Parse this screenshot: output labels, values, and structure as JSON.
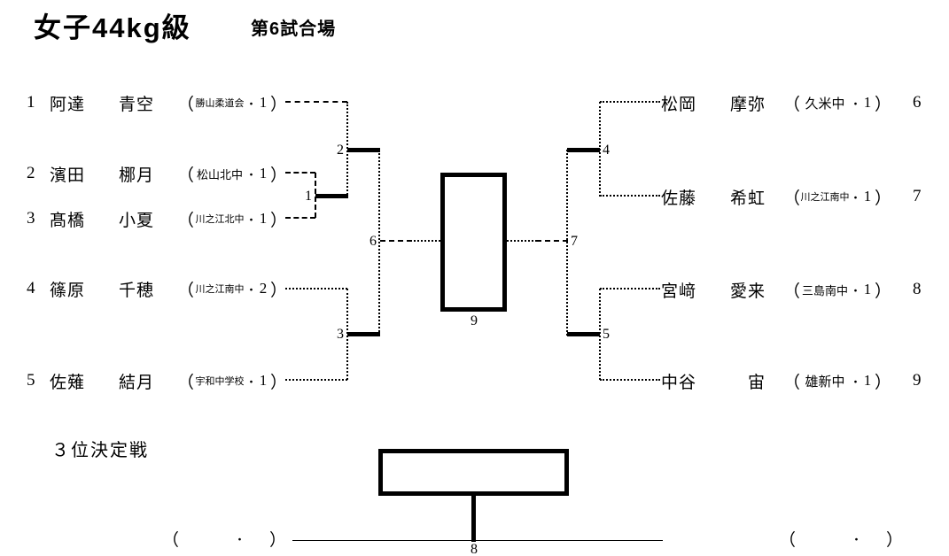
{
  "header": {
    "title": "女子44kg級",
    "venue": "第6試合場"
  },
  "third_place": {
    "label": "３位決定戦"
  },
  "punct": {
    "open": "（",
    "close": "）",
    "dot": "・"
  },
  "left_entries": [
    {
      "seed": "1",
      "family": "阿達",
      "given": "青空",
      "club": "勝山柔道会",
      "grade": "1"
    },
    {
      "seed": "2",
      "family": "濱田",
      "given": "梛月",
      "club": "松山北中",
      "grade": "1"
    },
    {
      "seed": "3",
      "family": "髙橋",
      "given": "小夏",
      "club": "川之江北中",
      "grade": "1"
    },
    {
      "seed": "4",
      "family": "篠原",
      "given": "千穂",
      "club": "川之江南中",
      "grade": "2"
    },
    {
      "seed": "5",
      "family": "佐薙",
      "given": "結月",
      "club": "宇和中学校",
      "grade": "1"
    }
  ],
  "right_entries": [
    {
      "seed": "6",
      "family": "松岡",
      "given": "摩弥",
      "club": "久米中",
      "grade": "1"
    },
    {
      "seed": "7",
      "family": "佐藤",
      "given": "希虹",
      "club": "川之江南中",
      "grade": "1"
    },
    {
      "seed": "8",
      "family": "宮﨑",
      "given": "愛来",
      "club": "三島南中",
      "grade": "1"
    },
    {
      "seed": "9",
      "family": "中谷",
      "given": "宙",
      "club": "雄新中",
      "grade": "1"
    }
  ],
  "match_numbers": {
    "m1": "1",
    "m2": "2",
    "m3": "3",
    "m4": "4",
    "m5": "5",
    "m6": "6",
    "m7": "7",
    "m8": "8",
    "m9": "9"
  }
}
